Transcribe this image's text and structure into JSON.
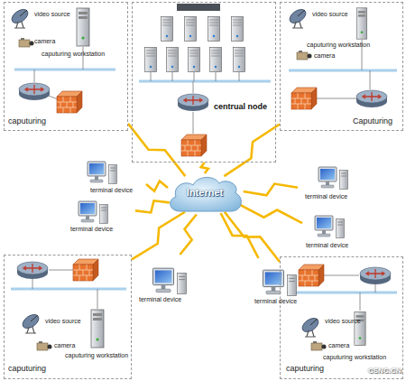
{
  "diagram": {
    "nodes": [
      {
        "text": [
          "caputuring"
        ]
      },
      {
        "text": [
          "video source"
        ],
        "in": 0
      },
      {
        "text": [
          "camera"
        ],
        "in": 0
      },
      {
        "text": [
          "caputuring workstation"
        ],
        "in": 0
      },
      {
        "text": [
          "centrual node"
        ]
      },
      {
        "text": [
          "Caputuring"
        ]
      },
      {
        "text": [
          "video source"
        ],
        "in": 5
      },
      {
        "text": [
          "caputuring workstation"
        ],
        "in": 5
      },
      {
        "text": [
          "camera"
        ],
        "in": 5
      },
      {
        "text": [
          "Internet"
        ]
      },
      {
        "text": [
          "terminal device"
        ]
      },
      {
        "text": [
          "terminal device"
        ]
      },
      {
        "text": [
          "terminal device"
        ]
      },
      {
        "text": [
          "terminal device"
        ]
      },
      {
        "text": [
          "terminal device"
        ]
      },
      {
        "text": [
          "terminal device"
        ]
      },
      {
        "text": [
          "caputuring"
        ]
      },
      {
        "text": [
          "video source"
        ],
        "in": 16
      },
      {
        "text": [
          "camera"
        ],
        "in": 16
      },
      {
        "text": [
          "caputuring workstation"
        ],
        "in": 16
      },
      {
        "text": [
          "caputuring"
        ]
      },
      {
        "text": [
          "video source"
        ],
        "in": 20
      },
      {
        "text": [
          "camera"
        ],
        "in": 20
      },
      {
        "text": [
          "caputuring workstation"
        ],
        "in": 20
      }
    ],
    "edges": [
      {
        "from": 0,
        "to": 9,
        "arrow": "none"
      },
      {
        "from": 4,
        "to": 9,
        "arrow": "none"
      },
      {
        "from": 5,
        "to": 9,
        "arrow": "none"
      },
      {
        "from": 10,
        "to": 9,
        "arrow": "none"
      },
      {
        "from": 11,
        "to": 9,
        "arrow": "none"
      },
      {
        "from": 12,
        "to": 9,
        "arrow": "none"
      },
      {
        "from": 13,
        "to": 9,
        "arrow": "none"
      },
      {
        "from": 14,
        "to": 9,
        "arrow": "none"
      },
      {
        "from": 15,
        "to": 9,
        "arrow": "none"
      },
      {
        "from": 16,
        "to": 9,
        "arrow": "none"
      },
      {
        "from": 20,
        "to": 9,
        "arrow": "none"
      }
    ],
    "labels": [
      "CSNC.CN"
    ]
  }
}
